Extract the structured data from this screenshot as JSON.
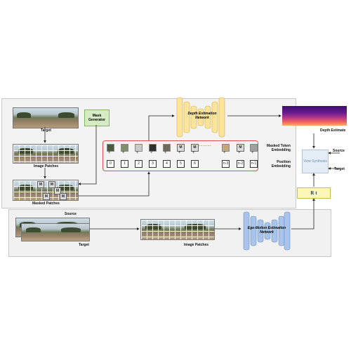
{
  "labels": {
    "mask_generator": "Mask Generator",
    "depth_net": "Depth Estimation Network",
    "depth_estimate": "Depth Estimate",
    "target_top": "Target",
    "image_patches_top": "Image Patches",
    "masked_patches": "Masked Patches",
    "masked_token_embedding": "Masked Token Embedding",
    "position_embedding": "Position Embedding",
    "view_synthesis": "View Synthesis",
    "source_right": "Source",
    "target_right": "Target",
    "source_bottom": "Source",
    "target_bottom": "Target",
    "image_patches_bottom": "Image Patches",
    "ego_net": "Ego-Motion Estimation Network",
    "pose": "R t"
  },
  "mask_letter": "M",
  "tokens": [
    "img",
    "img",
    "img",
    "img",
    "img",
    "M",
    "M",
    "img",
    "M",
    "img"
  ],
  "dots": "···········",
  "positions": [
    "0",
    "1",
    "2",
    "3",
    "4",
    "5",
    "6",
    "n-3",
    "n-2",
    "n-1"
  ],
  "colors": {
    "yellow_net": "#fce49a",
    "blue_net": "#a9c4ea",
    "mask_green": "#d5ecc2",
    "pose_yellow": "#fbf7b8"
  }
}
